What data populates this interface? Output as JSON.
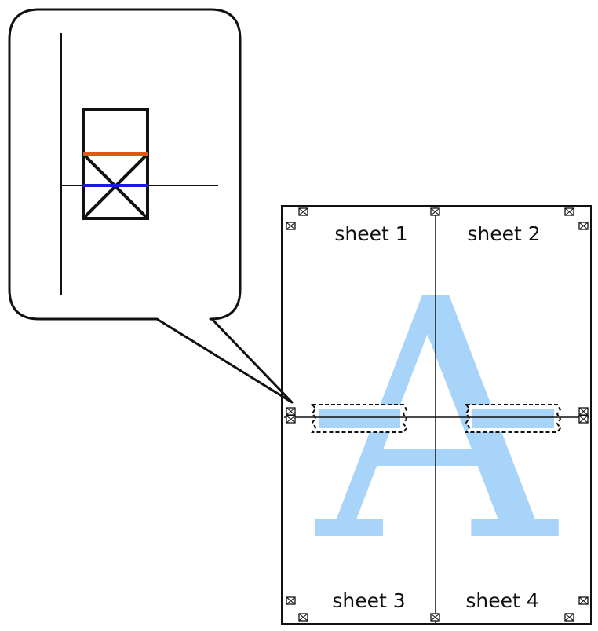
{
  "diagram": {
    "sheets": [
      {
        "label": "sheet 1"
      },
      {
        "label": "sheet 2"
      },
      {
        "label": "sheet 3"
      },
      {
        "label": "sheet 4"
      }
    ],
    "watermark_letter": "A"
  },
  "colors": {
    "watermark": "#a8d4fa",
    "outline": "#111111",
    "orange_line": "#e0571a",
    "blue_line": "#1b1bd6",
    "background": "#ffffff"
  },
  "icons": {
    "corner_mark": "crossed-box-icon"
  }
}
